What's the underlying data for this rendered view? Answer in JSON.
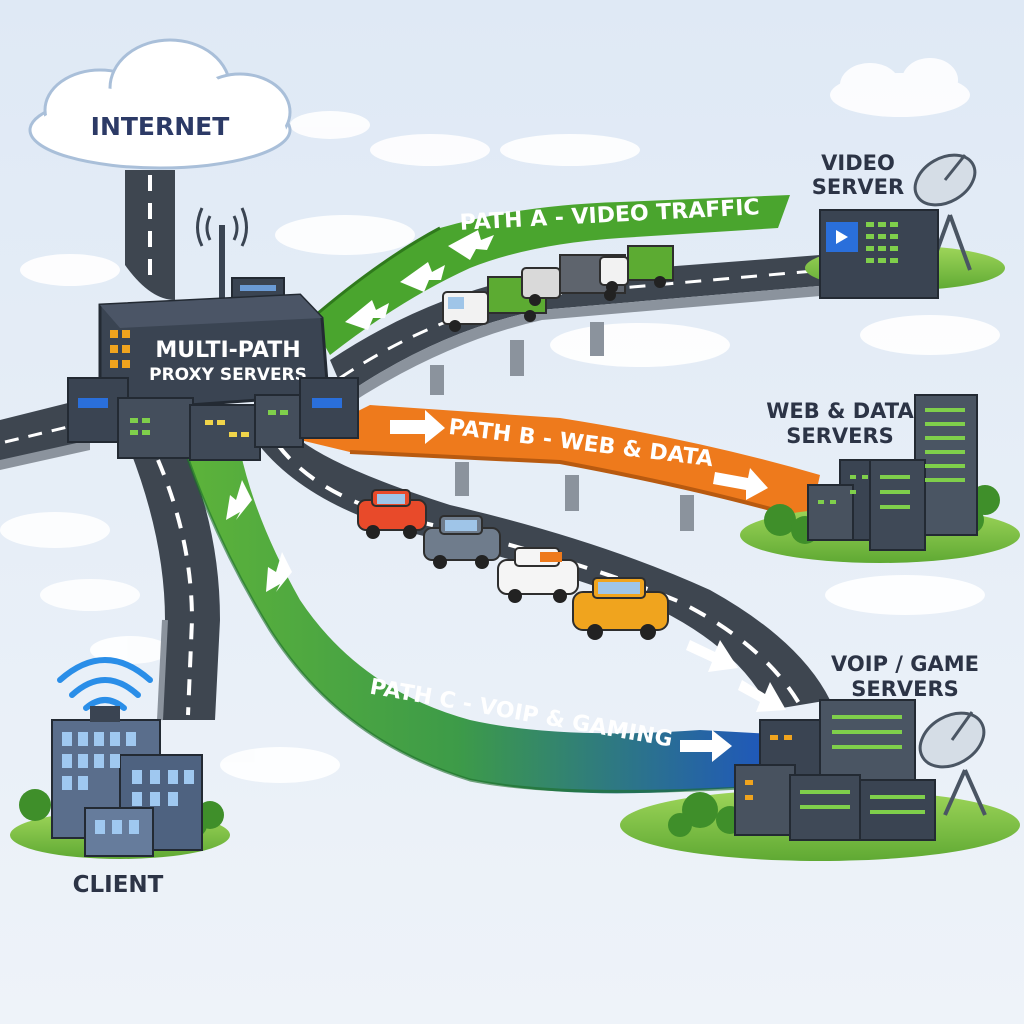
{
  "labels": {
    "internet": "INTERNET",
    "proxy_line1": "MULTI-PATH",
    "proxy_line2": "PROXY SERVERS",
    "video_line1": "VIDEO",
    "video_line2": "SERVER",
    "web_line1": "WEB & DATA",
    "web_line2": "SERVERS",
    "voip_line1": "VOIP / GAME",
    "voip_line2": "SERVERS",
    "client": "CLIENT"
  },
  "paths": {
    "a": "PATH A - VIDEO TRAFFIC",
    "b": "PATH B - WEB & DATA",
    "c": "PATH C - VOIP & GAMING"
  },
  "colors": {
    "path_a": "#4aa52e",
    "path_b": "#ee7a1c",
    "path_c_start": "#5db33a",
    "path_c_end": "#1d52c4",
    "road": "#3d434c",
    "building": "#3a4452",
    "label_text": "#2c3446",
    "sky": "#e6eef7"
  },
  "icons": [
    "cloud-icon",
    "antenna-icon",
    "satellite-dish-icon",
    "wifi-icon",
    "truck-icon",
    "car-icon",
    "server-rack-icon",
    "tree-icon"
  ]
}
